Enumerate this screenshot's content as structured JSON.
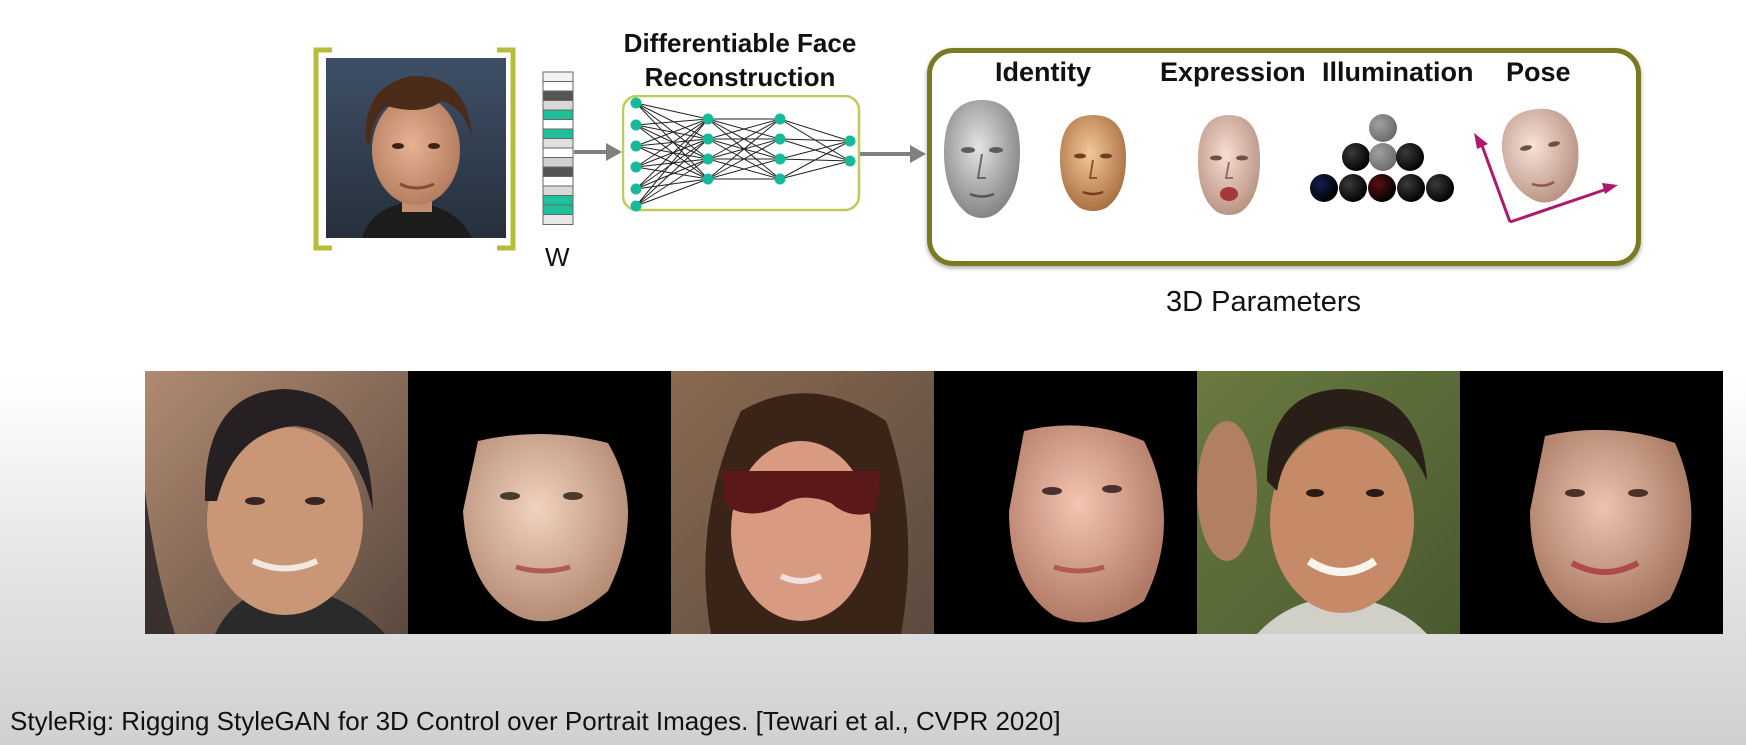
{
  "diagram": {
    "network_title_line1": "Differentiable Face",
    "network_title_line2": "Reconstruction",
    "latent_label": "W",
    "parameters": [
      "Identity",
      "Expression",
      "Illumination",
      "Pose"
    ],
    "parameters_caption": "3D Parameters"
  },
  "citation": "StyleRig: Rigging StyleGAN for 3D Control over Portrait Images. [Tewari et al., CVPR 2020]",
  "colors": {
    "bracket": "#b5bd3a",
    "network_border": "#c2c85a",
    "node": "#17b99b",
    "arrow": "#808080",
    "params_border": "#7a7a22",
    "pose_arrow": "#b0186e",
    "latent_teal": "#1dc09a",
    "latent_dark": "#555555"
  }
}
